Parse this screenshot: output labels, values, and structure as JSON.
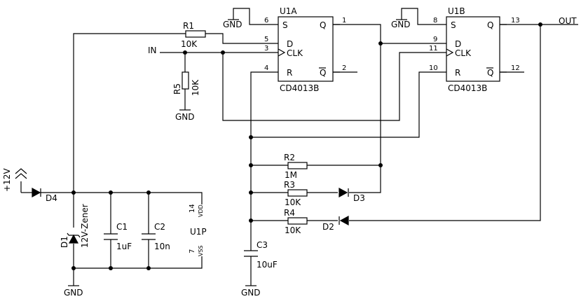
{
  "chips": {
    "u1a": {
      "name": "U1A",
      "part": "CD4013B",
      "pin_s": "6",
      "pin_d": "5",
      "pin_clk": "3",
      "pin_r": "4",
      "pin_q": "1",
      "pin_qn": "2",
      "lbl_s": "S",
      "lbl_d": "D",
      "lbl_clk": "CLK",
      "lbl_r": "R",
      "lbl_q": "Q",
      "lbl_qn": "Q"
    },
    "u1b": {
      "name": "U1B",
      "part": "CD4013B",
      "pin_s": "8",
      "pin_d": "9",
      "pin_clk": "11",
      "pin_r": "10",
      "pin_q": "13",
      "pin_qn": "12",
      "lbl_s": "S",
      "lbl_d": "D",
      "lbl_clk": "CLK",
      "lbl_r": "R",
      "lbl_q": "Q",
      "lbl_qn": "Q"
    },
    "u1p": {
      "name": "U1P",
      "pin_vdd": "14",
      "lbl_vdd": "VDD",
      "pin_vss": "7",
      "lbl_vss": "VSS"
    }
  },
  "resistors": {
    "r1": {
      "ref": "R1",
      "value": "10K"
    },
    "r2": {
      "ref": "R2",
      "value": "1M"
    },
    "r3": {
      "ref": "R3",
      "value": "10K"
    },
    "r4": {
      "ref": "R4",
      "value": "10K"
    },
    "r5": {
      "ref": "R5",
      "value": "10K"
    }
  },
  "capacitors": {
    "c1": {
      "ref": "C1",
      "value": "1uF"
    },
    "c2": {
      "ref": "C2",
      "value": "10n"
    },
    "c3": {
      "ref": "C3",
      "value": "10uF"
    }
  },
  "diodes": {
    "d1": {
      "ref": "D1",
      "value": "12V-Zener"
    },
    "d2": {
      "ref": "D2"
    },
    "d3": {
      "ref": "D3"
    },
    "d4": {
      "ref": "D4"
    }
  },
  "nets": {
    "in": "IN",
    "out": "OUT",
    "supply": "+12V",
    "gnd": "GND"
  }
}
